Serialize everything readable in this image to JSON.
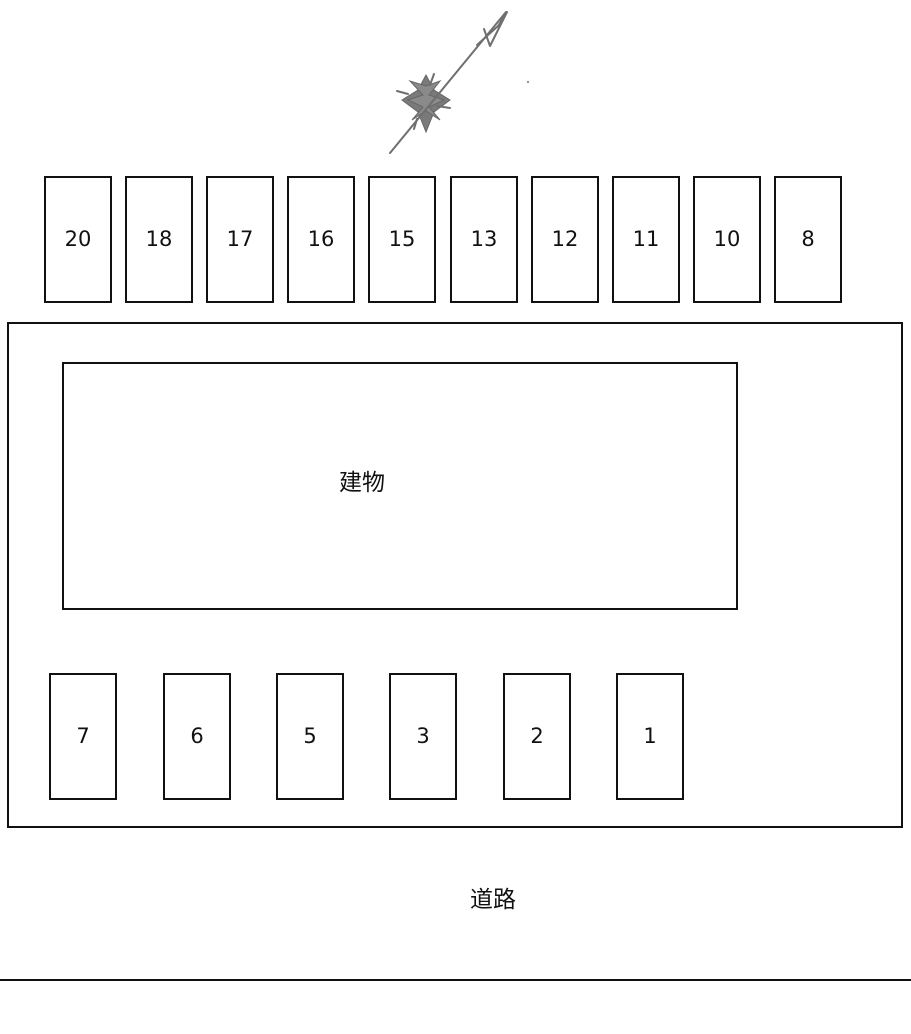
{
  "compass": {
    "icon": "north-arrow-compass-icon",
    "color": "#707070"
  },
  "top_spaces": [
    "20",
    "18",
    "17",
    "16",
    "15",
    "13",
    "12",
    "11",
    "10",
    "8"
  ],
  "bottom_spaces": [
    "7",
    "6",
    "5",
    "3",
    "2",
    "1"
  ],
  "building": {
    "label": "建物"
  },
  "road": {
    "label": "道路"
  },
  "colors": {
    "stroke": "#111111",
    "background": "#ffffff"
  }
}
